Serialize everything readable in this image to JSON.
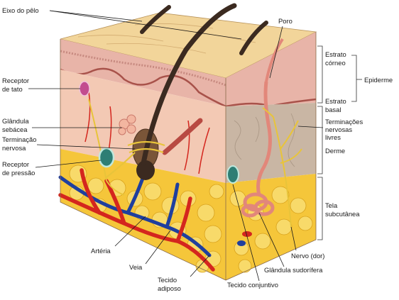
{
  "labels": {
    "eixo_pelo": "Eixo do pêlo",
    "receptor_tato_1": "Receptor",
    "receptor_tato_2": "de tato",
    "glandula_sebacea_1": "Glândula",
    "glandula_sebacea_2": "sebácea",
    "terminacao_nervosa_1": "Terminação",
    "terminacao_nervosa_2": "nervosa",
    "receptor_pressao_1": "Receptor",
    "receptor_pressao_2": "de pressão",
    "arteria": "Artéria",
    "veia": "Veia",
    "tecido_adiposo_1": "Tecido",
    "tecido_adiposo_2": "adiposo",
    "tecido_conjuntivo": "Tecido conjuntivo",
    "glandula_sudorifera": "Glândula sudorífera",
    "nervo_dor": "Nervo (dor)",
    "poro": "Poro",
    "estrato_corneo_1": "Estrato",
    "estrato_corneo_2": "córneo",
    "epiderme": "Epiderme",
    "estrato_basal_1": "Estrato",
    "estrato_basal_2": "basal",
    "terminacoes_livres_1": "Terminações",
    "terminacoes_livres_2": "nervosas",
    "terminacoes_livres_3": "livres",
    "derme": "Derme",
    "tela_subcutanea_1": "Tela",
    "tela_subcutanea_2": "subcutânea"
  },
  "colors": {
    "surface": "#f2d59a",
    "epidermis": "#e8b4a8",
    "dermis": "#f3c9b4",
    "dermis_side": "#c9b6a4",
    "fat": "#f5c63a",
    "artery": "#d4261e",
    "vein": "#1f3f9e",
    "nerve": "#e8c43a",
    "hair": "#3b2a20"
  }
}
